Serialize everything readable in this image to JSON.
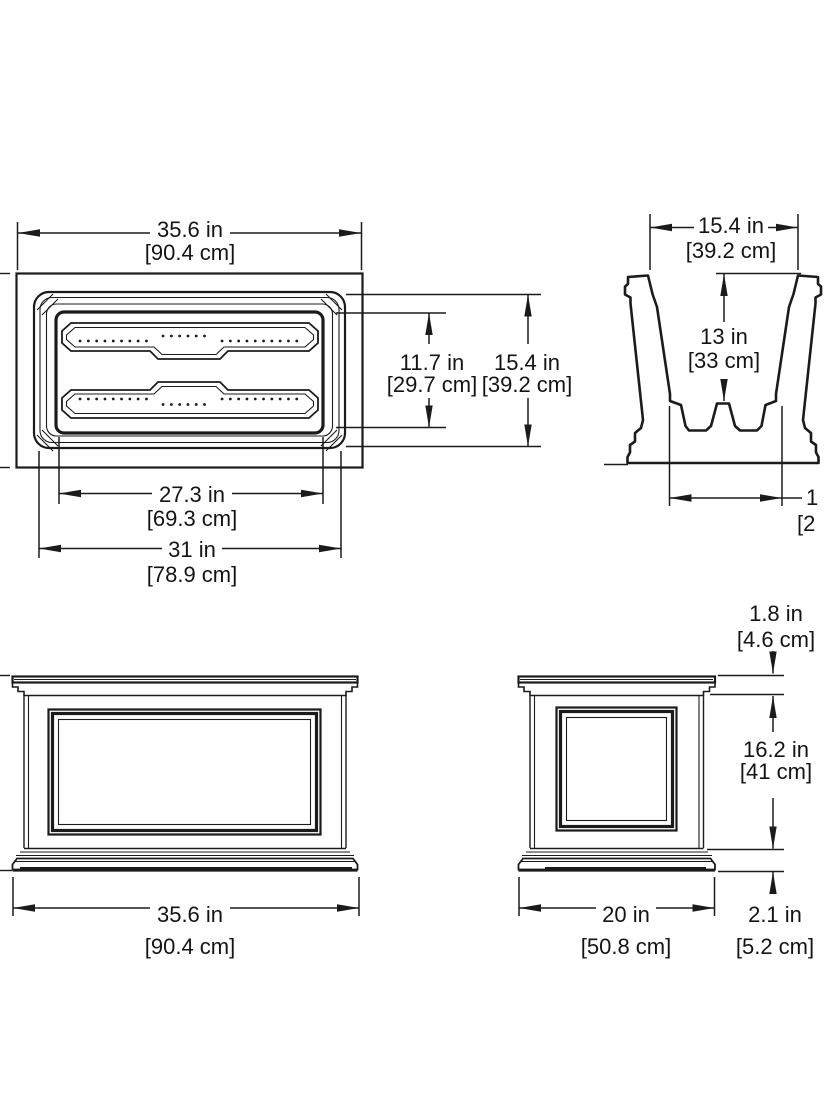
{
  "colors": {
    "ink": "#1b1b1b",
    "background": "#ffffff"
  },
  "views": {
    "top_view": {
      "width_in": "35.6 in",
      "width_cm": "[90.4 cm]",
      "inner_depth_in": "11.7 in",
      "inner_depth_cm": "[29.7 cm]",
      "depth_in": "15.4 in",
      "depth_cm": "[39.2 cm]",
      "inner_width_in": "27.3 in",
      "inner_width_cm": "[69.3 cm]",
      "rim_width_in": "31 in",
      "rim_width_cm": "[78.9 cm]"
    },
    "section_view": {
      "top_width_in": "15.4 in",
      "top_width_cm": "[39.2 cm]",
      "inner_height_in": "13 in",
      "inner_height_cm": "[33 cm]",
      "bottom_width_in_clipped": "1",
      "bottom_width_cm_clipped": "[2"
    },
    "front_view": {
      "width_in": "35.6 in",
      "width_cm": "[90.4 cm]"
    },
    "side_view": {
      "lip_height_in": "1.8 in",
      "lip_height_cm": "[4.6 cm]",
      "body_height_in": "16.2 in",
      "body_height_cm": "[41 cm]",
      "width_in": "20 in",
      "width_cm": "[50.8 cm]",
      "base_height_in": "2.1 in",
      "base_height_cm": "[5.2 cm]"
    }
  }
}
